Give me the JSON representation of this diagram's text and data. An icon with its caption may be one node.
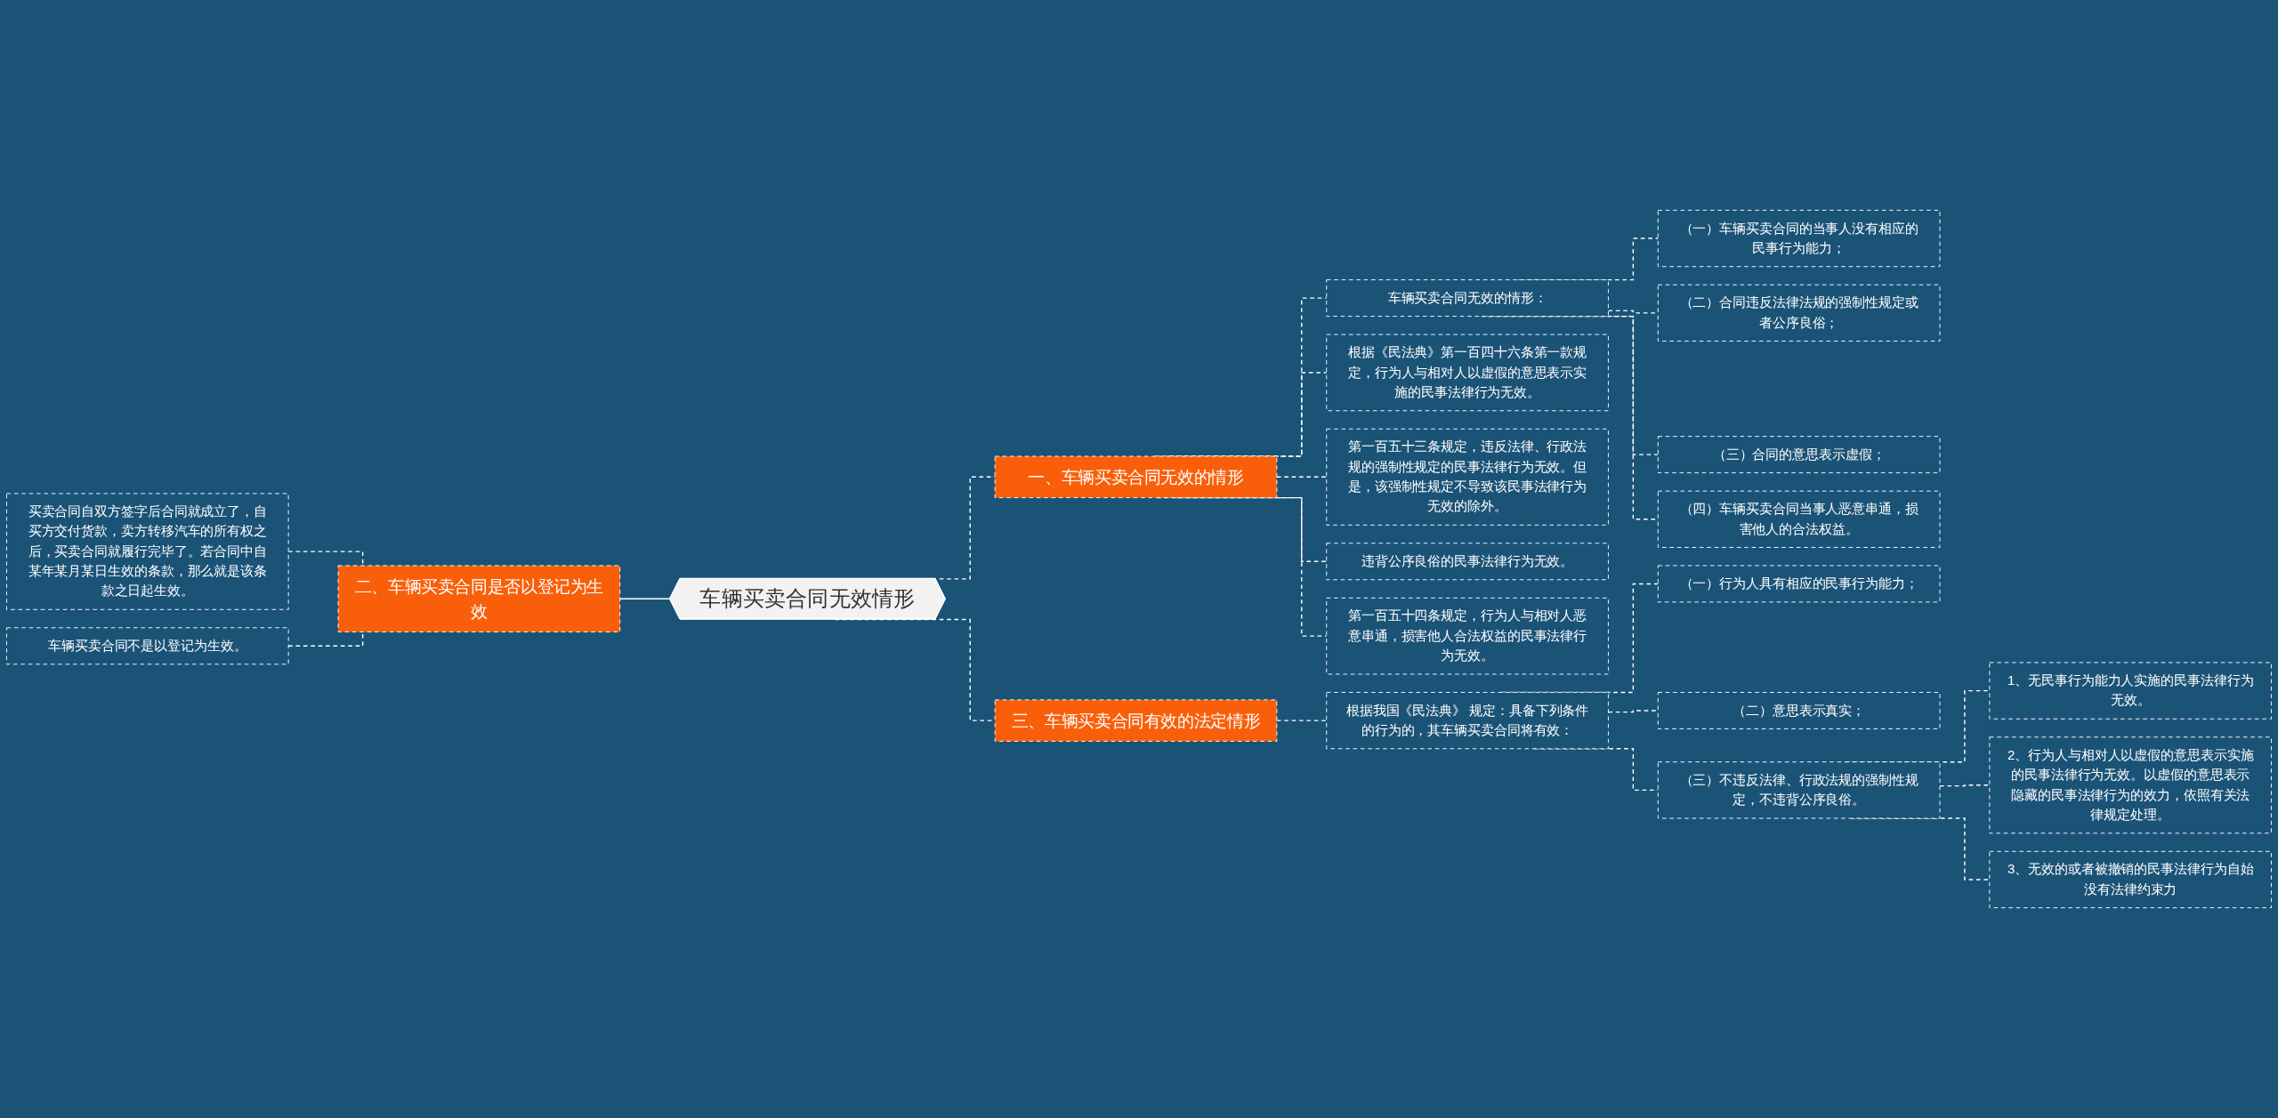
{
  "diagram": {
    "nodes": [
      {
        "text": [
          "车辆买卖合同无效情形"
        ]
      },
      {
        "text": [
          "一、车辆买卖合同无效的情形"
        ]
      },
      {
        "text": [
          "车辆买卖合同无效的情形："
        ]
      },
      {
        "text": [
          "（一）车辆买卖合同的当事人没有相应的民事行为能力；"
        ]
      },
      {
        "text": [
          "（二）合同违反法律法规的强制性规定或者公序良俗；"
        ]
      },
      {
        "text": [
          "（三）合同的意思表示虚假；"
        ]
      },
      {
        "text": [
          "（四）车辆买卖合同当事人恶意串通，损害他人的合法权益。"
        ]
      },
      {
        "text": [
          "根据《民法典》第一百四十六条第一款规定，行为人与相对人以虚假的意思表示实施的民事法律行为无效。"
        ]
      },
      {
        "text": [
          "第一百五十三条规定，违反法律、行政法规的强制性规定的民事法律行为无效。但是，该强制性规定不导致该民事法律行为无效的除外。"
        ]
      },
      {
        "text": [
          "违背公序良俗的民事法律行为无效。"
        ]
      },
      {
        "text": [
          "第一百五十四条规定，行为人与相对人恶意串通，损害他人合法权益的民事法律行为无效。"
        ]
      },
      {
        "text": [
          "三、车辆买卖合同有效的法定情形"
        ]
      },
      {
        "text": [
          "根据我国《民法典》 规定：具备下列条件的行为的，其车辆买卖合同将有效："
        ]
      },
      {
        "text": [
          "（一）行为人具有相应的民事行为能力；"
        ]
      },
      {
        "text": [
          "（二）意思表示真实；"
        ]
      },
      {
        "text": [
          "（三）不违反法律、行政法规的强制性规定，不违背公序良俗。"
        ]
      },
      {
        "text": [
          "1、无民事行为能力人实施的民事法律行为无效。"
        ]
      },
      {
        "text": [
          "2、行为人与相对人以虚假的意思表示实施的民事法律行为无效。以虚假的意思表示隐藏的民事法律行为的效力，依照有关法律规定处理。"
        ]
      },
      {
        "text": [
          "3、无效的或者被撤销的民事法律行为自始没有法律约束力"
        ]
      },
      {
        "text": [
          "二、车辆买卖合同是否以登记为生效"
        ]
      },
      {
        "text": [
          "买卖合同自双方签字后合同就成立了，自买方交付货款，卖方转移汽车的所有权之后，买卖合同就履行完毕了。若合同中自某年某月某日生效的条款，那么就是该条款之日起生效。"
        ]
      },
      {
        "text": [
          "车辆买卖合同不是以登记为生效。"
        ]
      }
    ],
    "edges": [
      {
        "from": 0,
        "to": 1,
        "arrow": "none",
        "style": "dashed"
      },
      {
        "from": 1,
        "to": 2,
        "arrow": "none",
        "style": "dashed"
      },
      {
        "from": 2,
        "to": 3,
        "arrow": "none",
        "style": "dashed"
      },
      {
        "from": 2,
        "to": 4,
        "arrow": "none",
        "style": "dashed"
      },
      {
        "from": 2,
        "to": 5,
        "arrow": "none",
        "style": "dashed"
      },
      {
        "from": 2,
        "to": 6,
        "arrow": "none",
        "style": "dashed"
      },
      {
        "from": 1,
        "to": 7,
        "arrow": "none",
        "style": "dashed"
      },
      {
        "from": 1,
        "to": 8,
        "arrow": "none",
        "style": "dashed"
      },
      {
        "from": 1,
        "to": 9,
        "arrow": "none",
        "style": "dashed"
      },
      {
        "from": 1,
        "to": 10,
        "arrow": "none",
        "style": "dashed"
      },
      {
        "from": 0,
        "to": 11,
        "arrow": "none",
        "style": "dashed"
      },
      {
        "from": 11,
        "to": 12,
        "arrow": "none",
        "style": "dashed"
      },
      {
        "from": 12,
        "to": 13,
        "arrow": "none",
        "style": "dashed"
      },
      {
        "from": 12,
        "to": 14,
        "arrow": "none",
        "style": "dashed"
      },
      {
        "from": 12,
        "to": 15,
        "arrow": "none",
        "style": "dashed"
      },
      {
        "from": 15,
        "to": 16,
        "arrow": "none",
        "style": "dashed"
      },
      {
        "from": 15,
        "to": 17,
        "arrow": "none",
        "style": "dashed"
      },
      {
        "from": 15,
        "to": 18,
        "arrow": "none",
        "style": "dashed"
      },
      {
        "from": 0,
        "to": 19,
        "arrow": "none"
      },
      {
        "from": 19,
        "to": 20,
        "arrow": "none",
        "style": "dashed"
      },
      {
        "from": 19,
        "to": 21,
        "arrow": "none",
        "style": "dashed"
      }
    ]
  }
}
